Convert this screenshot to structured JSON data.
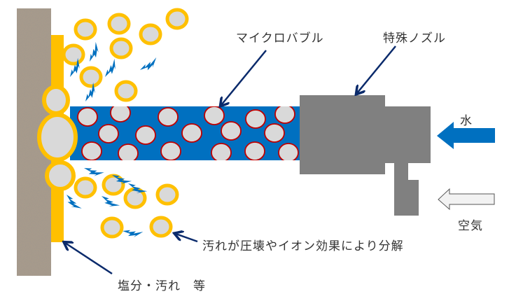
{
  "labels": {
    "microbubble": "マイクロバブル",
    "special_nozzle": "特殊ノズル",
    "water": "水",
    "air": "空気",
    "decomposition": "汚れが圧壊やイオン効果により分解",
    "salt_dirt": "塩分・汚れ　等"
  },
  "colors": {
    "wall": "#9b8e7e",
    "dirt_layer": "#ffc000",
    "bubble_fill": "#d9d9d9",
    "bubble_stroke": "#c00000",
    "water_jet": "#0070c0",
    "nozzle": "#808080",
    "arrow_line": "#0a2a6b",
    "lightning": "#0070c0",
    "air_arrow_fill": "#f2f2f2",
    "text": "#333333"
  },
  "icons": {
    "lightning": "lightning-bolt-icon",
    "water_arrow": "left-arrow-filled-icon",
    "air_arrow": "left-arrow-outline-icon"
  }
}
